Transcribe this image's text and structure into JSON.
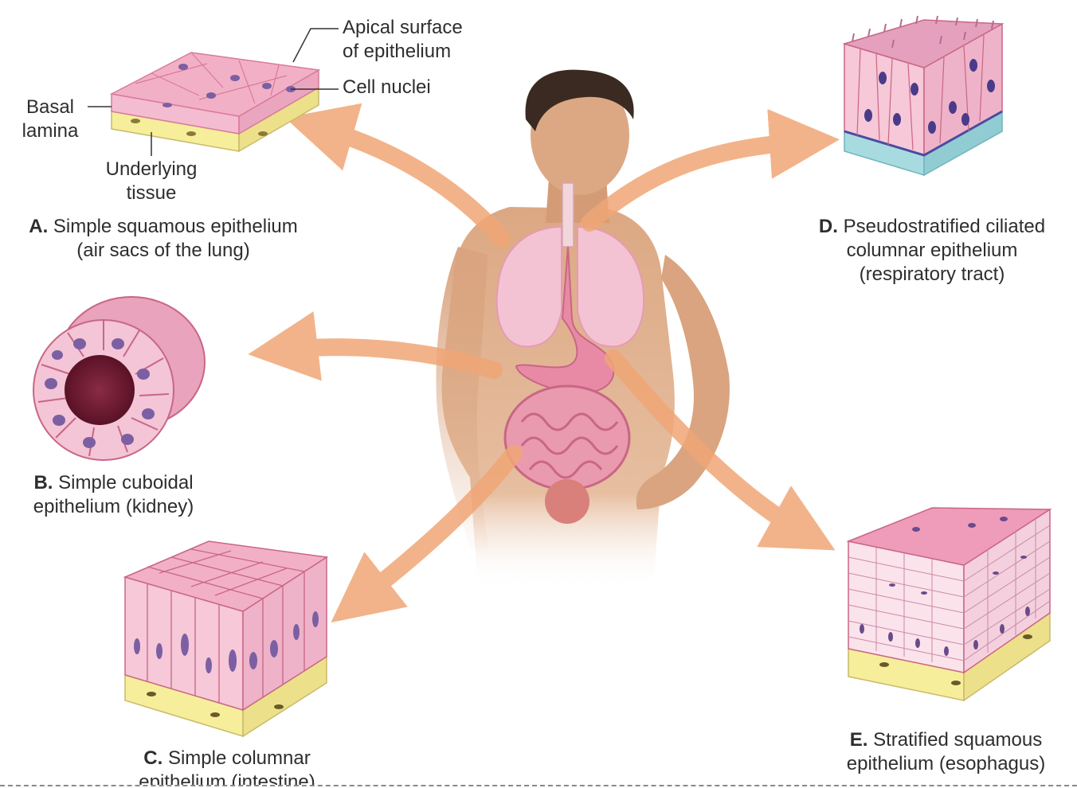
{
  "colors": {
    "cell_pink": "#f2b6cd",
    "cell_dark": "#d87a9c",
    "nucleus": "#7c5fa3",
    "tissue_yellow": "#f6ee9a",
    "tissue_teal": "#a8dbe0",
    "arrow": "#f0a676",
    "skin": "#d9a47f"
  },
  "labels": {
    "apical": {
      "line1": "Apical surface",
      "line2": "of epithelium"
    },
    "nuclei": "Cell nuclei",
    "basal": {
      "line1": "Basal",
      "line2": "lamina"
    },
    "underlying": {
      "line1": "Underlying",
      "line2": "tissue"
    }
  },
  "captions": {
    "a": {
      "letter": "A.",
      "line1": "Simple squamous epithelium",
      "line2": "(air sacs of the lung)"
    },
    "b": {
      "letter": "B.",
      "line1": "Simple cuboidal",
      "line2": "epithelium (kidney)"
    },
    "c": {
      "letter": "C.",
      "line1": "Simple columnar",
      "line2": "epithelium (intestine)"
    },
    "d": {
      "letter": "D.",
      "line1": "Pseudostratified ciliated",
      "line2": "columnar epithelium",
      "line3": "(respiratory tract)"
    },
    "e": {
      "letter": "E.",
      "line1": "Stratified squamous",
      "line2": "epithelium (esophagus)"
    }
  }
}
